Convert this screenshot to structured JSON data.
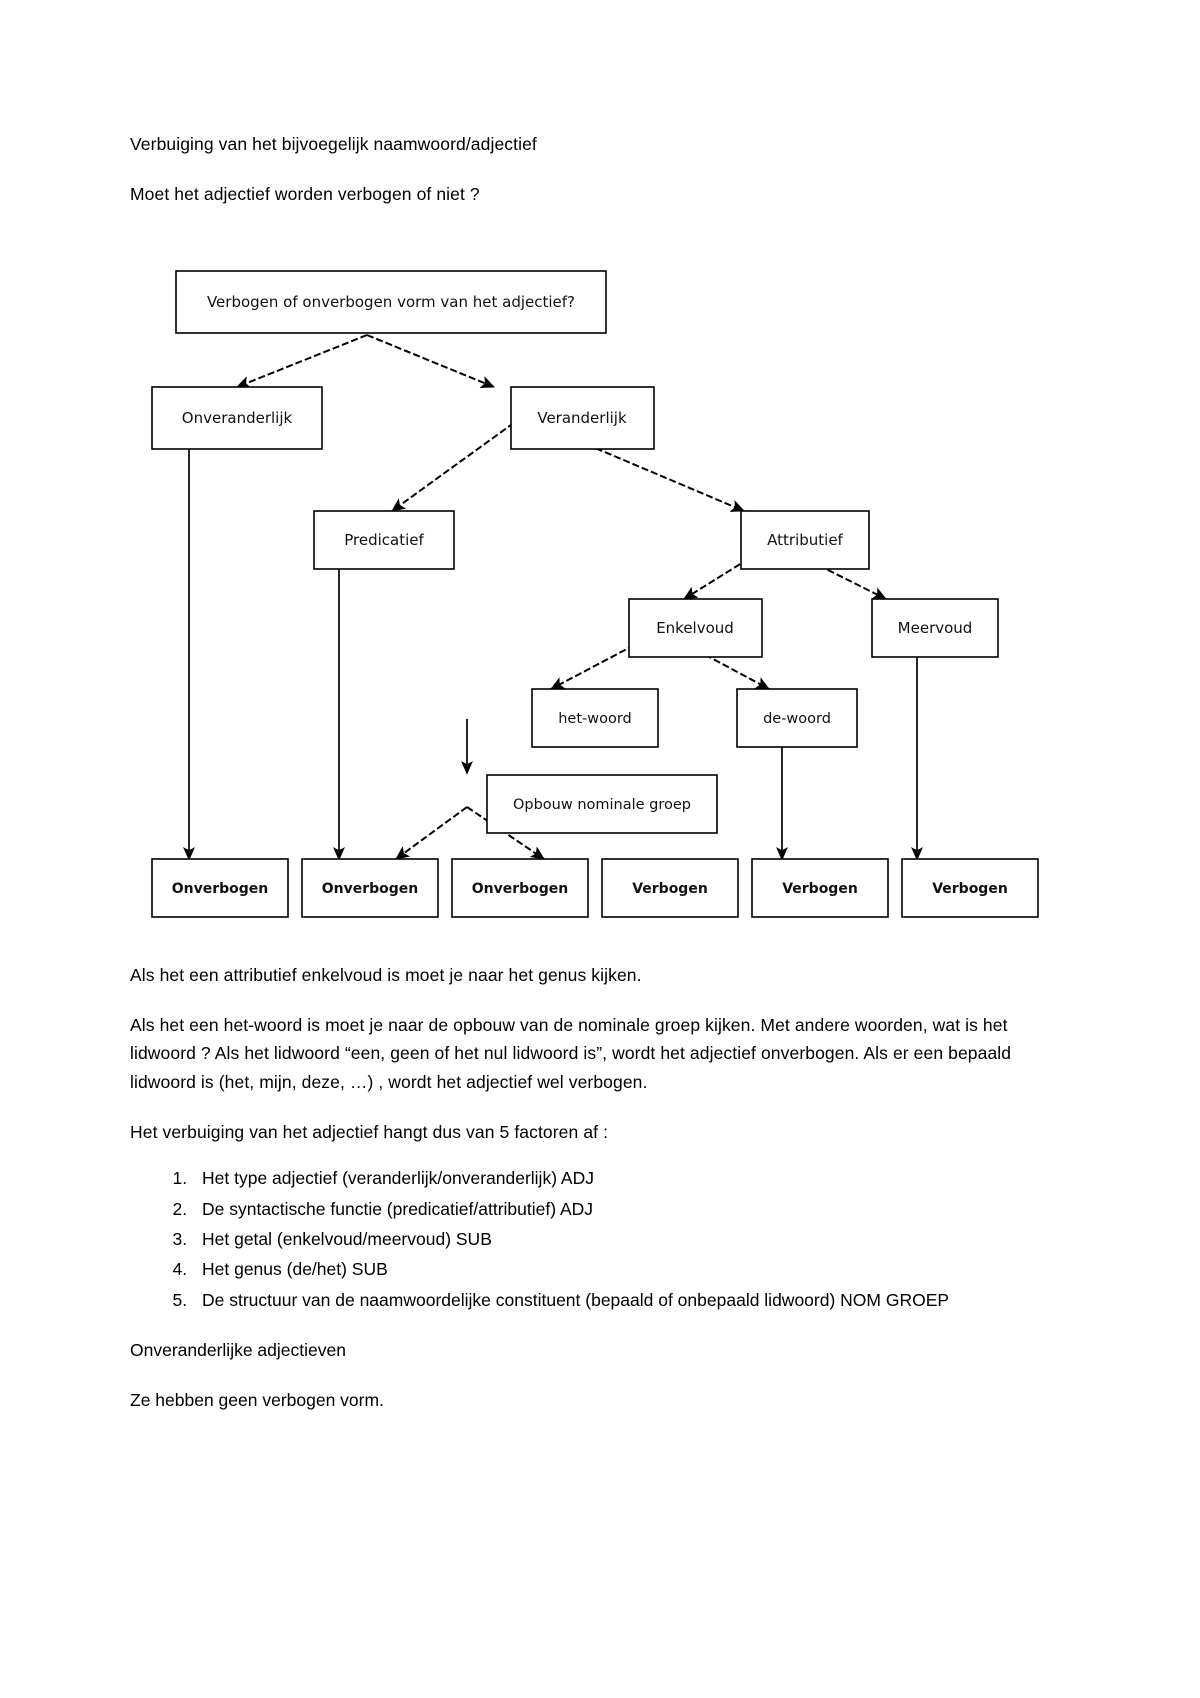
{
  "document": {
    "heading": "Verbuiging van het bijvoegelijk naamwoord/adjectief",
    "question": "Moet het adjectief worden verbogen of niet ?"
  },
  "diagram": {
    "type": "decision-tree",
    "root": "Verbogen of onverbogen vorm van het adjectief?",
    "nodes": {
      "root": "Verbogen of onverbogen vorm van het adjectief?",
      "onveranderlijk": "Onveranderlijk",
      "veranderlijk": "Veranderlijk",
      "predicatief": "Predicatief",
      "attributief": "Attributief",
      "enkelvoud": "Enkelvoud",
      "meervoud": "Meervoud",
      "het_woord": "het-woord",
      "de_woord": "de-woord",
      "opbouw": "Opbouw nominale groep"
    },
    "leaves": [
      "Onverbogen",
      "Onverbogen",
      "Onverbogen",
      "Verbogen",
      "Verbogen",
      "Verbogen"
    ]
  },
  "body": {
    "p1": "Als het een attributief enkelvoud is moet je naar het genus kijken.",
    "p2": "Als het een het-woord is moet je naar de opbouw van de nominale groep kijken. Met andere woorden, wat is het lidwoord ? Als het lidwoord “een, geen of het nul lidwoord is”, wordt het adjectief onverbogen. Als er een bepaald lidwoord is (het, mijn, deze, …) , wordt het adjectief wel verbogen.",
    "p3": "Het verbuiging van het adjectief hangt dus van 5 factoren af :",
    "factors": [
      "Het type adjectief (veranderlijk/onveranderlijk) ADJ",
      "De syntactische functie (predicatief/attributief) ADJ",
      "Het getal (enkelvoud/meervoud) SUB",
      "Het genus (de/het) SUB",
      "De structuur van de naamwoordelijke constituent (bepaald of onbepaald lidwoord) NOM GROEP"
    ],
    "p4": "Onveranderlijke adjectieven",
    "p5": "Ze hebben geen verbogen vorm."
  },
  "colors": {
    "text": "#000000",
    "background": "#ffffff",
    "box_border": "#000000"
  }
}
